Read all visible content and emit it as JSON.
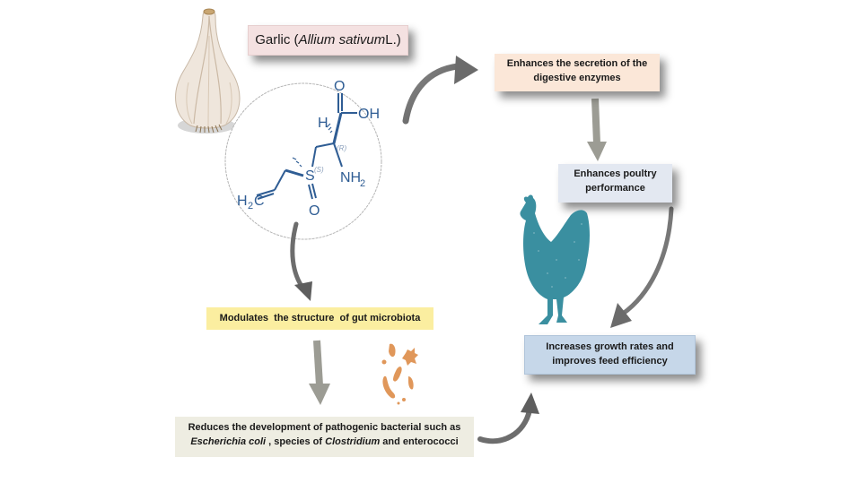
{
  "title_box": {
    "prefix": "Garlic (",
    "species": "Allium sativum",
    "suffix": " L.)"
  },
  "molecule": {
    "name": "alliin",
    "labels": {
      "carbonyl_o": "O",
      "hydroxyl": "OH",
      "hydrogen": "H",
      "r_config": "(R)",
      "s_config": "(S)",
      "sulfur": "S",
      "amine": "NH",
      "amine_sub": "2",
      "sulfoxide_o": "O",
      "vinyl": "H",
      "vinyl_sub": "2",
      "vinyl_c": "C"
    }
  },
  "nodes": {
    "enzymes": {
      "line1": "Enhances the secretion of the",
      "line2": "digestive enzymes"
    },
    "poultry": {
      "line1": "Enhances poultry",
      "line2": "performance"
    },
    "growth": {
      "line1": "Increases growth rates and",
      "line2": "improves feed efficiency"
    },
    "microbiota": {
      "text": "Modulates  the structure  of gut microbiota"
    },
    "reduces": {
      "line1": "Reduces the development of pathogenic bacterial such as",
      "species1": "Escherichia coli",
      "middle": " , species of ",
      "species2": "Clostridium",
      "end": " and enterococci"
    }
  },
  "colors": {
    "garlic_box": "#f4e1e1",
    "enzymes_box": "#fbe7d8",
    "poultry_box": "#e3e8f1",
    "growth_box": "#c6d7e9",
    "microbiota_box": "#fbeea0",
    "reduces_box": "#eeede2",
    "molecule": "#2f5d94",
    "chicken": "#3a8fa0",
    "bacteria": "#e0975a",
    "arrow": "#6f6f6f"
  },
  "icons": [
    "garlic-icon",
    "chicken-icon",
    "bacteria-icon",
    "molecule-structure"
  ]
}
